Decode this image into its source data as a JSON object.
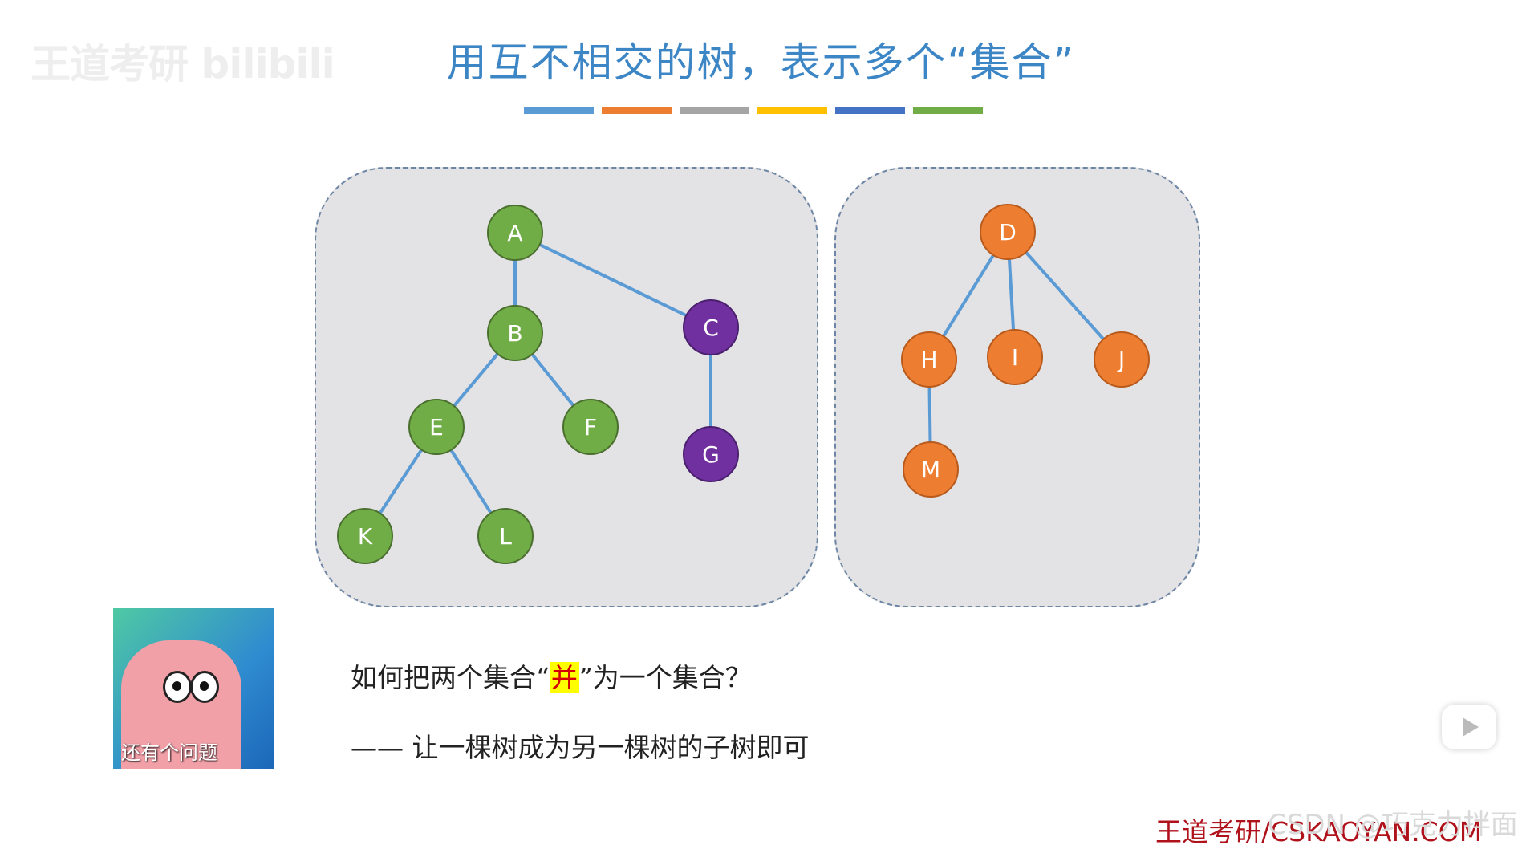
{
  "slide": {
    "title": "用互不相交的树，表示多个“集合”",
    "color_bars": [
      "#5b9bd5",
      "#ed7d31",
      "#a5a5a5",
      "#ffc000",
      "#4472c4",
      "#70ad47"
    ],
    "question_prefix": "如何把两个集合“",
    "question_highlight": "并",
    "question_suffix": "”为一个集合？",
    "answer": "—— 让一棵树成为另一棵树的子树即可",
    "footer_brand": "王道考研/CSKAOYAN.COM"
  },
  "watermarks": {
    "top_left": "王道考研 bilibili",
    "bottom_right": "CSDN @巧克力拌面"
  },
  "meme": {
    "caption": "还有个问题"
  },
  "colors": {
    "green": "#70ad47",
    "purple": "#7030a0",
    "orange": "#ed7d31",
    "edge": "#5b9bd5",
    "title": "#3d86c6"
  },
  "trees": [
    {
      "name": "tree1",
      "nodes": [
        {
          "id": "A",
          "color": "green"
        },
        {
          "id": "B",
          "color": "green"
        },
        {
          "id": "C",
          "color": "purple"
        },
        {
          "id": "E",
          "color": "green"
        },
        {
          "id": "F",
          "color": "green"
        },
        {
          "id": "G",
          "color": "purple"
        },
        {
          "id": "K",
          "color": "green"
        },
        {
          "id": "L",
          "color": "green"
        }
      ],
      "edges": [
        [
          "A",
          "B"
        ],
        [
          "A",
          "C"
        ],
        [
          "B",
          "E"
        ],
        [
          "B",
          "F"
        ],
        [
          "C",
          "G"
        ],
        [
          "E",
          "K"
        ],
        [
          "E",
          "L"
        ]
      ]
    },
    {
      "name": "tree2",
      "nodes": [
        {
          "id": "D",
          "color": "orange"
        },
        {
          "id": "H",
          "color": "orange"
        },
        {
          "id": "I",
          "color": "orange"
        },
        {
          "id": "J",
          "color": "orange"
        },
        {
          "id": "M",
          "color": "orange"
        }
      ],
      "edges": [
        [
          "D",
          "H"
        ],
        [
          "D",
          "I"
        ],
        [
          "D",
          "J"
        ],
        [
          "H",
          "M"
        ]
      ]
    }
  ]
}
